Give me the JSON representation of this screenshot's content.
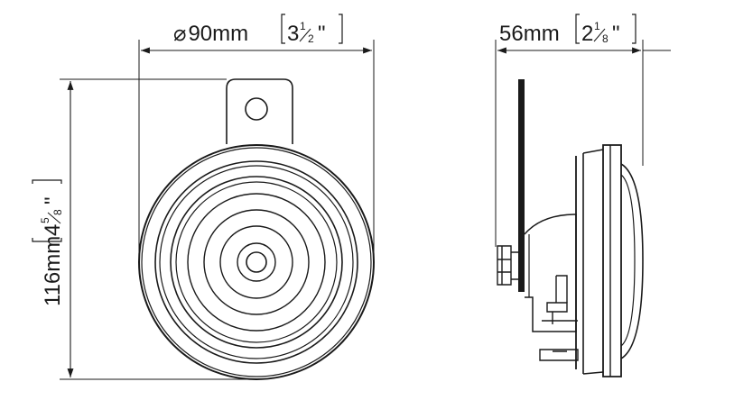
{
  "dimensions": {
    "diameter": {
      "symbol": "⌀",
      "value": "90mm",
      "imperial_whole": "3",
      "imperial_num": "1",
      "imperial_den": "2",
      "inch_mark": "\""
    },
    "depth": {
      "value": "56mm",
      "imperial_whole": "2",
      "imperial_num": "1",
      "imperial_den": "8",
      "inch_mark": "\""
    },
    "height": {
      "value": "116mm",
      "imperial_whole": "4",
      "imperial_num": "5",
      "imperial_den": "8",
      "inch_mark": "\""
    }
  },
  "colors": {
    "line": "#1a1a1a",
    "background": "#ffffff"
  }
}
